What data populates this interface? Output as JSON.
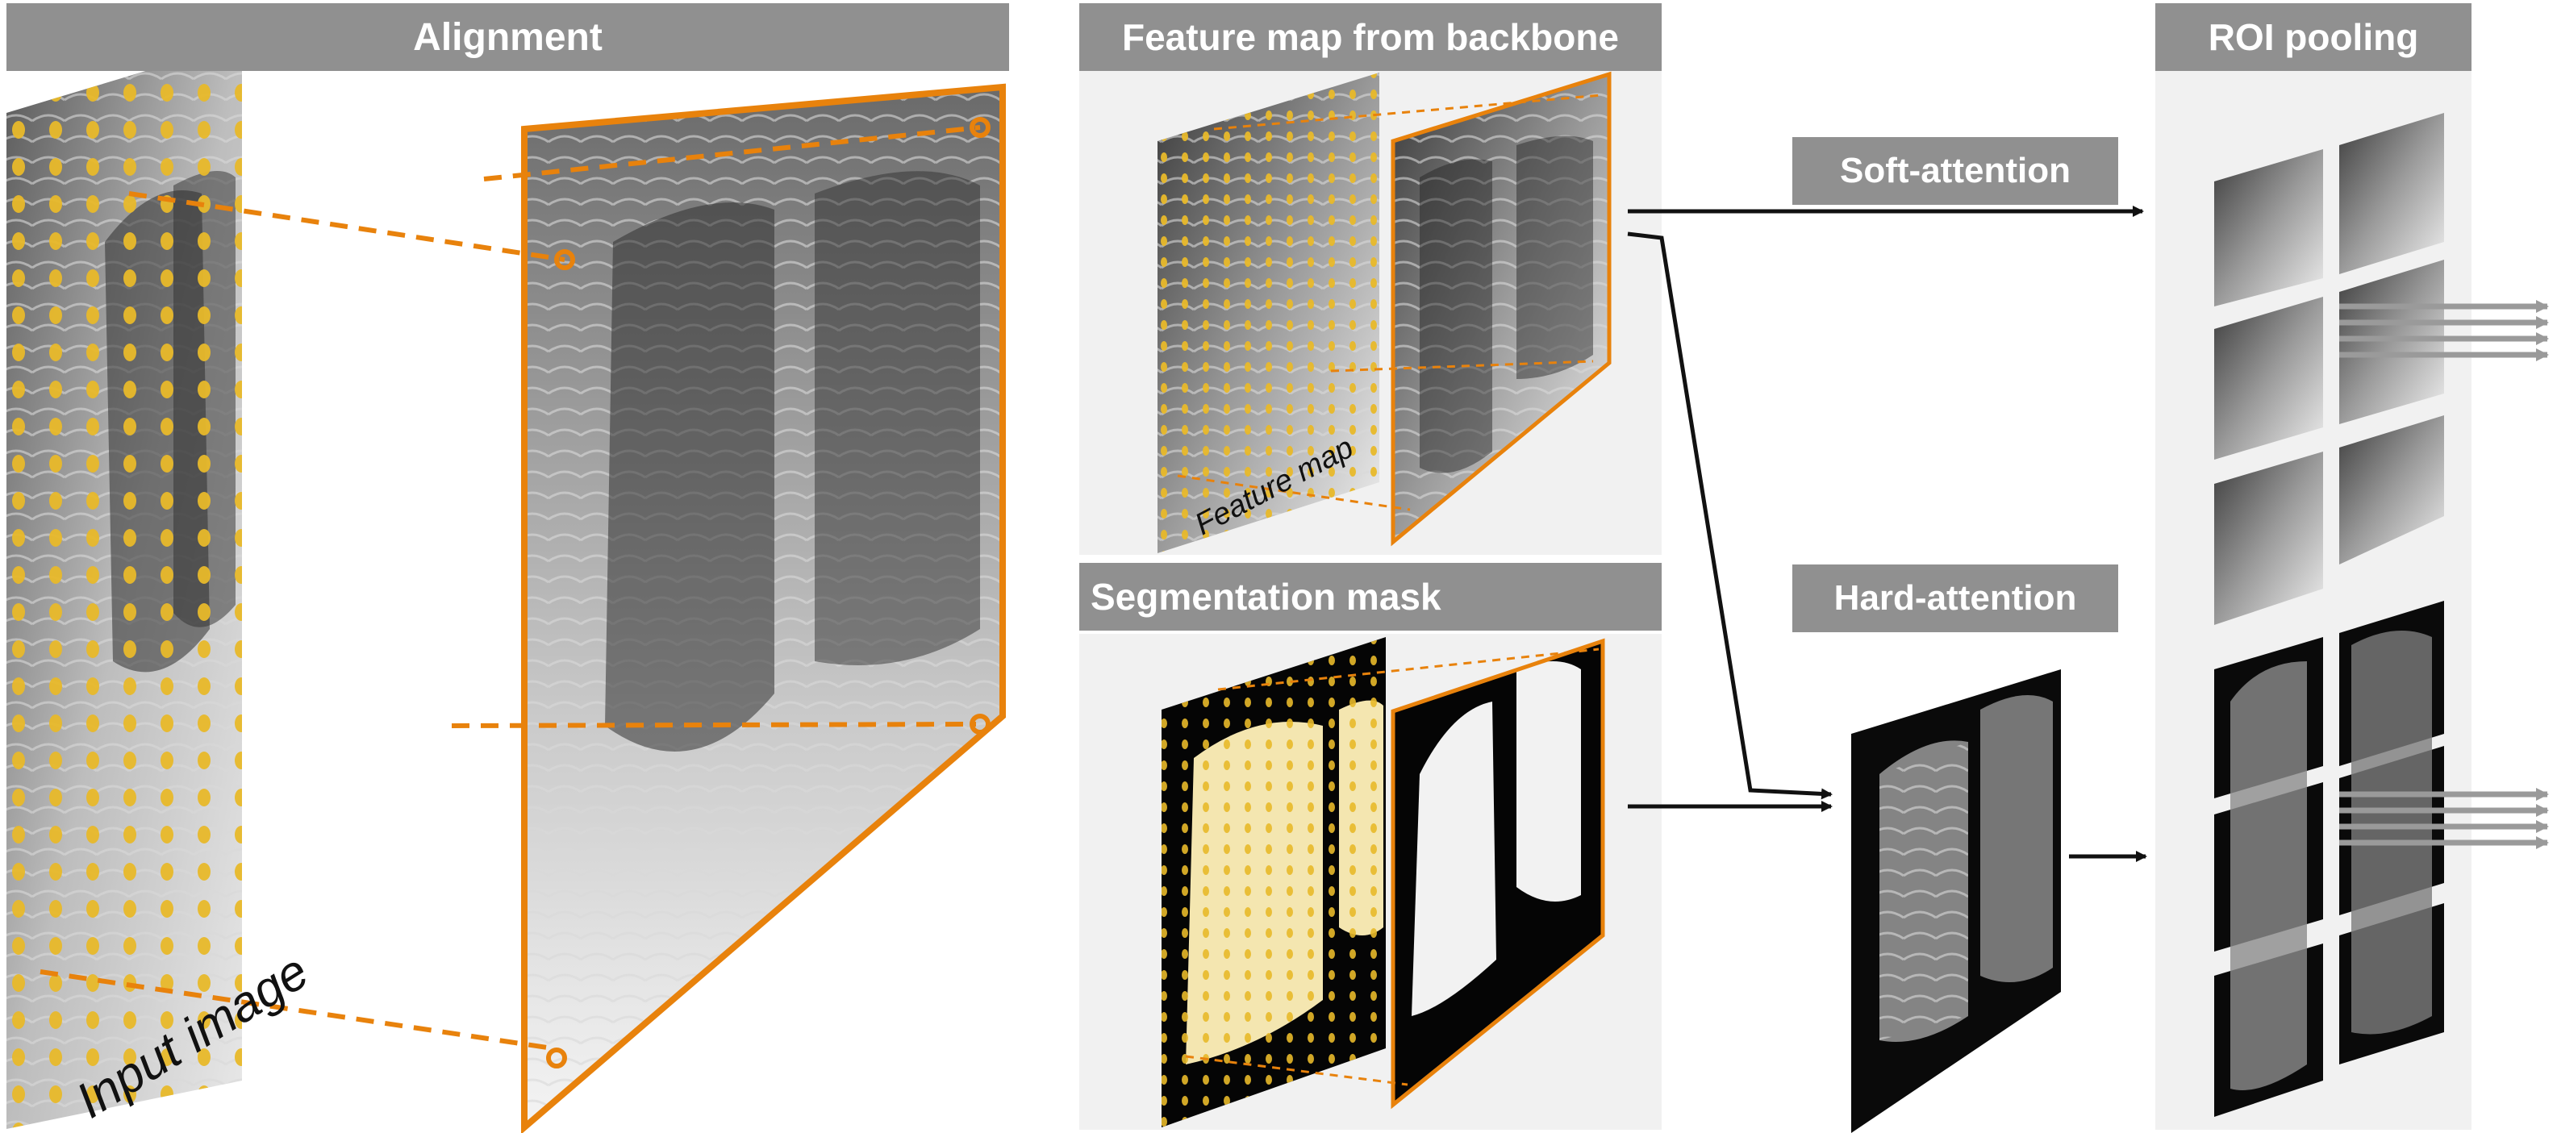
{
  "colors": {
    "accent_orange": "#e8820c",
    "dot_yellow": "#e8b92a",
    "banner_gray": "#909090",
    "panel_gray": "#f1f1f1",
    "arrow_black": "#111111",
    "arrow_gray": "#9a9a9a"
  },
  "sections": {
    "alignment": "Alignment",
    "feature_map_from_backbone": "Feature map from backbone",
    "segmentation_mask": "Segmentation mask",
    "roi_pooling": "ROI pooling"
  },
  "attention": {
    "soft": "Soft-attention",
    "hard": "Hard-attention"
  },
  "plane_labels": {
    "input_image": "Input image",
    "feature_map": "Feature map"
  }
}
